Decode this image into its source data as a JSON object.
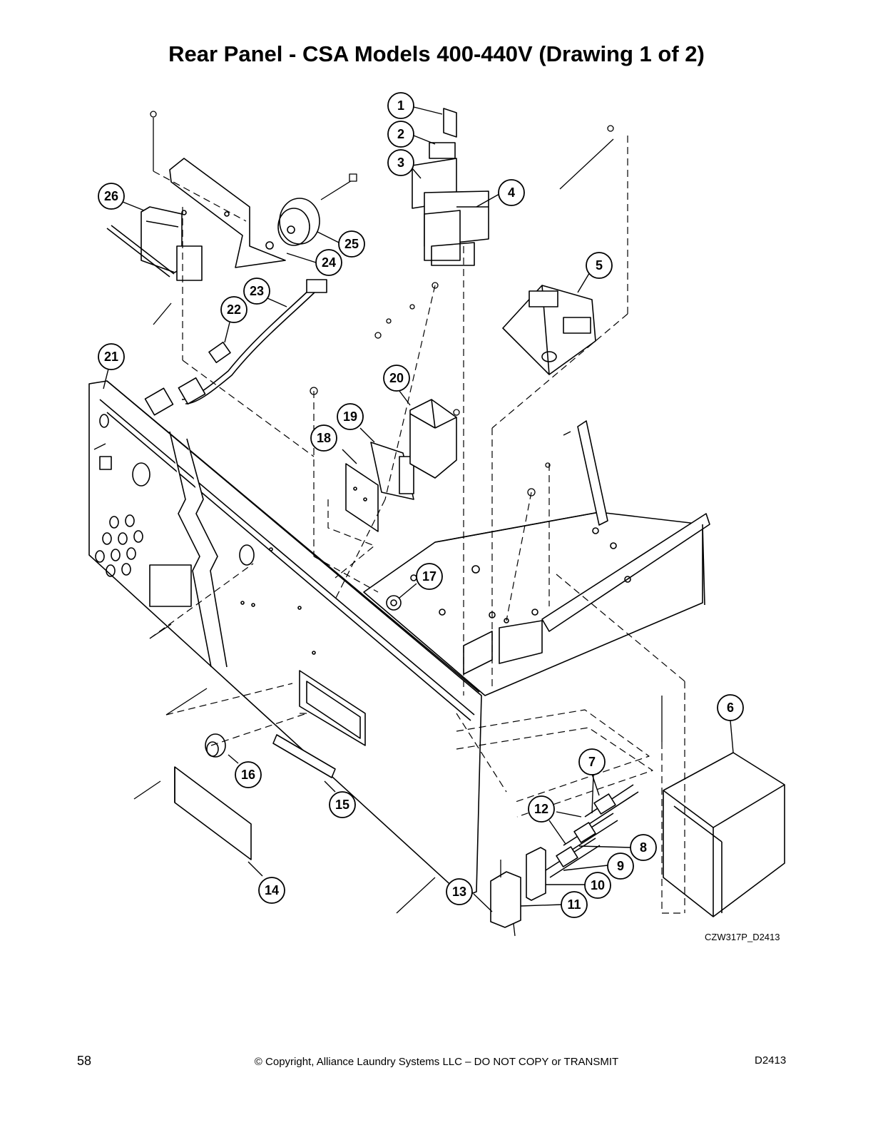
{
  "page": {
    "title": "Rear Panel - CSA Models 400-440V (Drawing 1 of 2)",
    "drawing_code": "CZW317P_D2413",
    "footer": {
      "page_number": "58",
      "copyright": "© Copyright, Alliance Laundry Systems LLC – DO NOT COPY or TRANSMIT",
      "doc_id": "D2413"
    }
  },
  "callouts": [
    "1",
    "2",
    "3",
    "4",
    "5",
    "6",
    "7",
    "8",
    "9",
    "10",
    "11",
    "12",
    "13",
    "14",
    "15",
    "16",
    "17",
    "18",
    "19",
    "20",
    "21",
    "22",
    "23",
    "24",
    "25",
    "26"
  ]
}
